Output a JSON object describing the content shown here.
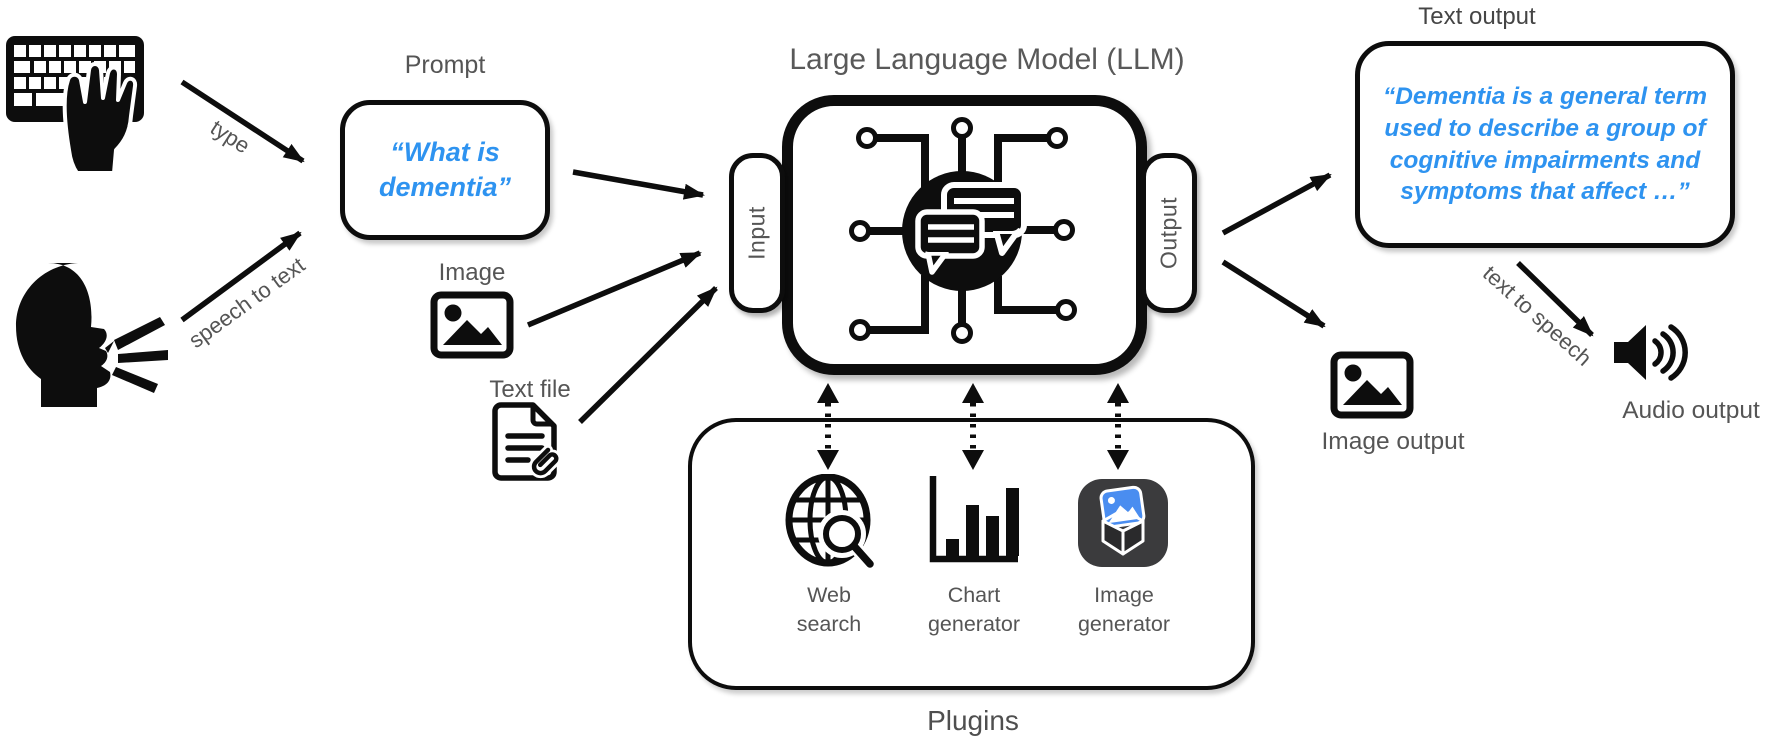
{
  "colors": {
    "accent_blue": "#2e93f0",
    "label_gray": "#555555",
    "ink": "#0d0d0d"
  },
  "sources": {
    "type_arrow_label": "type",
    "speech_arrow_label": "speech to text"
  },
  "prompt": {
    "title": "Prompt",
    "text": "“What is dementia”"
  },
  "attachments": {
    "image_label": "Image",
    "text_file_label": "Text file"
  },
  "llm": {
    "title": "Large Language Model (LLM)",
    "input_label": "Input",
    "output_label": "Output"
  },
  "plugins": {
    "title": "Plugins",
    "items": [
      {
        "label": "Web search",
        "icon": "web-search-icon"
      },
      {
        "label": "Chart generator",
        "icon": "chart-generator-icon"
      },
      {
        "label": "Image generator",
        "icon": "image-generator-icon"
      }
    ]
  },
  "outputs": {
    "text_output_title": "Text output",
    "text_output_text": "“Dementia is a general term used to describe a group of cognitive impairments and symptoms that affect …”",
    "image_output_label": "Image output",
    "audio_output_label": "Audio output",
    "tts_arrow_label": "text to speech"
  },
  "icons": {
    "left": [
      "keyboard-typing-icon",
      "speaking-head-icon"
    ],
    "attachments": [
      "image-icon",
      "text-file-icon"
    ],
    "center": [
      "llm-chip-icon"
    ],
    "plugins": [
      "web-search-icon",
      "chart-generator-icon",
      "image-generator-icon"
    ],
    "right": [
      "image-output-icon",
      "speaker-icon"
    ]
  }
}
